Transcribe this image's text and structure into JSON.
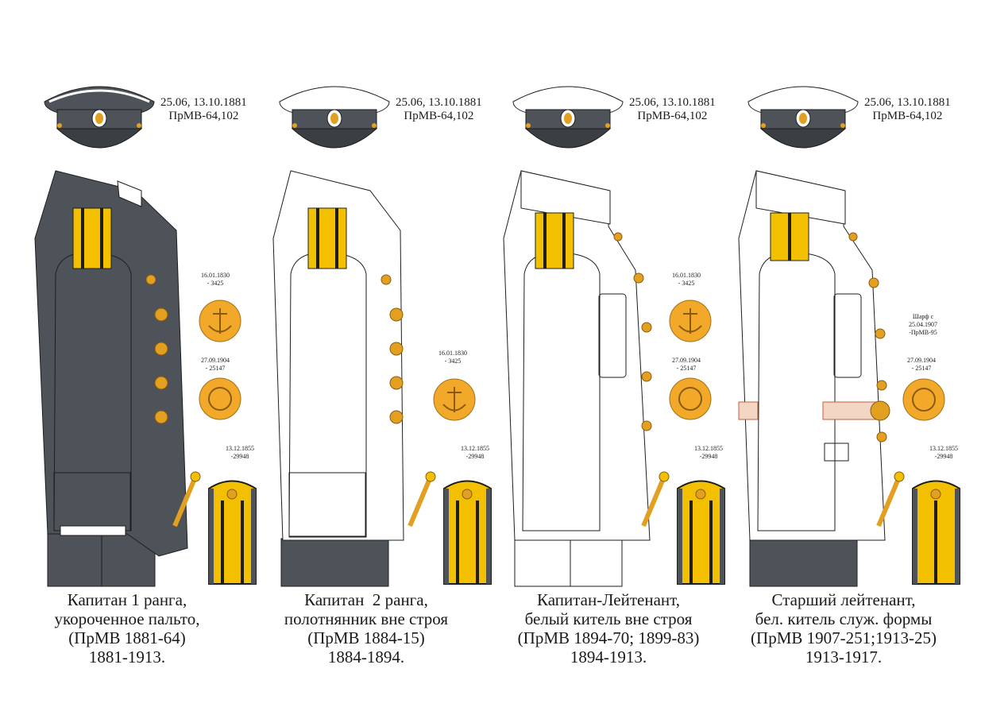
{
  "colors": {
    "dark_cloth": "#4d5358",
    "white_cloth": "#ffffff",
    "gold": "#f2c000",
    "button_gold": "#e3a020",
    "outline": "#1e1e1e"
  },
  "columns": [
    {
      "cap_note": "25.06, 13.10.1881\nПрМВ-64,102",
      "button_note_1": "16.01.1830\n- 3425",
      "button_note_2": "27.09.1904\n- 25147",
      "strap_note": "13.12.1855\n-29948",
      "caption": [
        "Капитан 1 ранга,",
        "укороченное пальто,",
        "(ПрМВ 1881-64)",
        "1881-1913."
      ]
    },
    {
      "cap_note": "25.06, 13.10.1881\nПрМВ-64,102",
      "button_note_1": "16.01.1830\n- 3425",
      "strap_note": "13.12.1855\n-29948",
      "caption": [
        "Капитан  2 ранга,",
        "полотнянник вне строя",
        "(ПрМВ 1884-15)",
        "1884-1894."
      ]
    },
    {
      "cap_note": "25.06, 13.10.1881\nПрМВ-64,102",
      "button_note_1": "16.01.1830\n- 3425",
      "button_note_2": "27.09.1904\n- 25147",
      "strap_note": "13.12.1855\n-29948",
      "caption": [
        "Капитан-Лейтенант,",
        "белый китель вне строя",
        "(ПрМВ 1894-70; 1899-83)",
        "1894-1913."
      ]
    },
    {
      "cap_note": "25.06, 13.10.1881\nПрМВ-64,102",
      "scarf_note": "Шарф с\n25.04.1907\n-ПрМВ-95",
      "button_note_2": "27.09.1904\n- 25147",
      "strap_note": "13.12.1855\n-29948",
      "caption": [
        "Старший лейтенант,",
        "бел. китель служ. формы",
        "(ПрМВ 1907-251;1913-25)",
        "1913-1917."
      ]
    }
  ]
}
